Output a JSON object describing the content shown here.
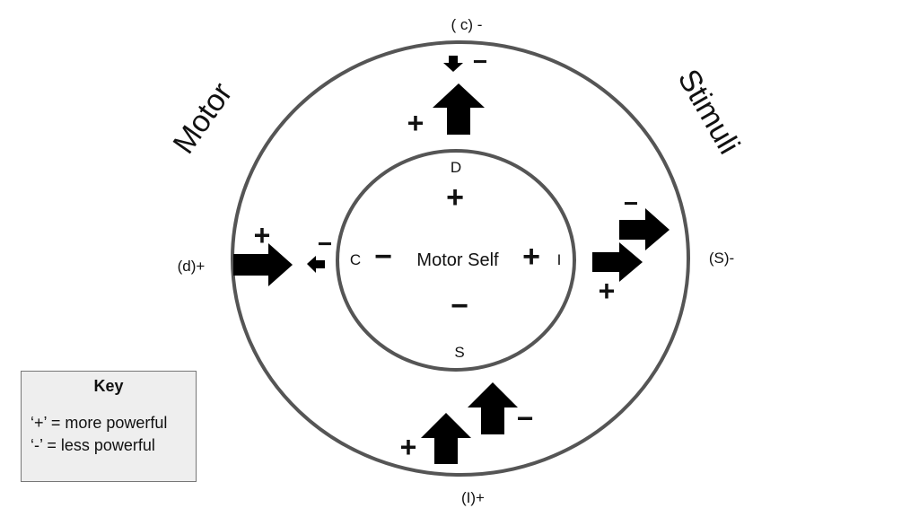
{
  "labels": {
    "top_outer": "( c) -",
    "left_outer": "(d)+",
    "right_outer": "(S)-",
    "bottom_outer": "(I)+",
    "inner_top": "D",
    "inner_bottom": "S",
    "inner_left": "C",
    "inner_right": "I",
    "center": "Motor Self",
    "motor": "Motor",
    "stimuli": "Stimuli"
  },
  "signs": {
    "plus": "+",
    "minus": "−"
  },
  "key": {
    "title": "Key",
    "line1": "‘+’ = more powerful",
    "line2": "‘-’ = less powerful"
  },
  "colors": {
    "stroke": "#555555",
    "arrow": "#000000",
    "key_bg": "#eeeeee"
  }
}
